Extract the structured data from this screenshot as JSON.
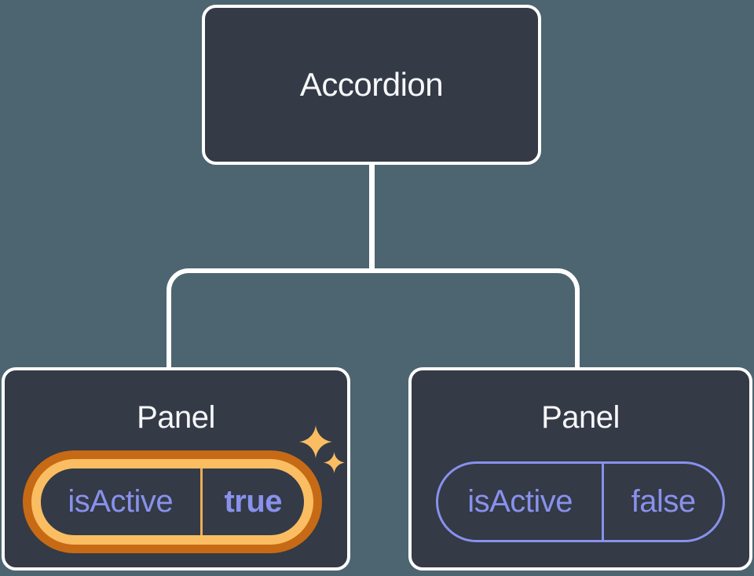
{
  "diagram": {
    "description": "React component tree: Accordion parent with two Panel children holding isActive state",
    "root": {
      "label": "Accordion"
    },
    "children": [
      {
        "label": "Panel",
        "state": {
          "name": "isActive",
          "value": "true"
        },
        "highlighted": true,
        "decoration": "sparkles-icon"
      },
      {
        "label": "Panel",
        "state": {
          "name": "isActive",
          "value": "false"
        },
        "highlighted": false
      }
    ],
    "colors": {
      "background": "#4D6570",
      "node_fill": "#343A46",
      "node_border": "#FFFFFF",
      "connector": "#FFFFFF",
      "title_text": "#F6F7F9",
      "state_text": "#8891EC",
      "highlight_ring_outer": "#C76A15",
      "highlight_ring_inner": "#FABD62",
      "highlight_divider": "#ECAE57",
      "sparkle": "#FABD62"
    }
  }
}
